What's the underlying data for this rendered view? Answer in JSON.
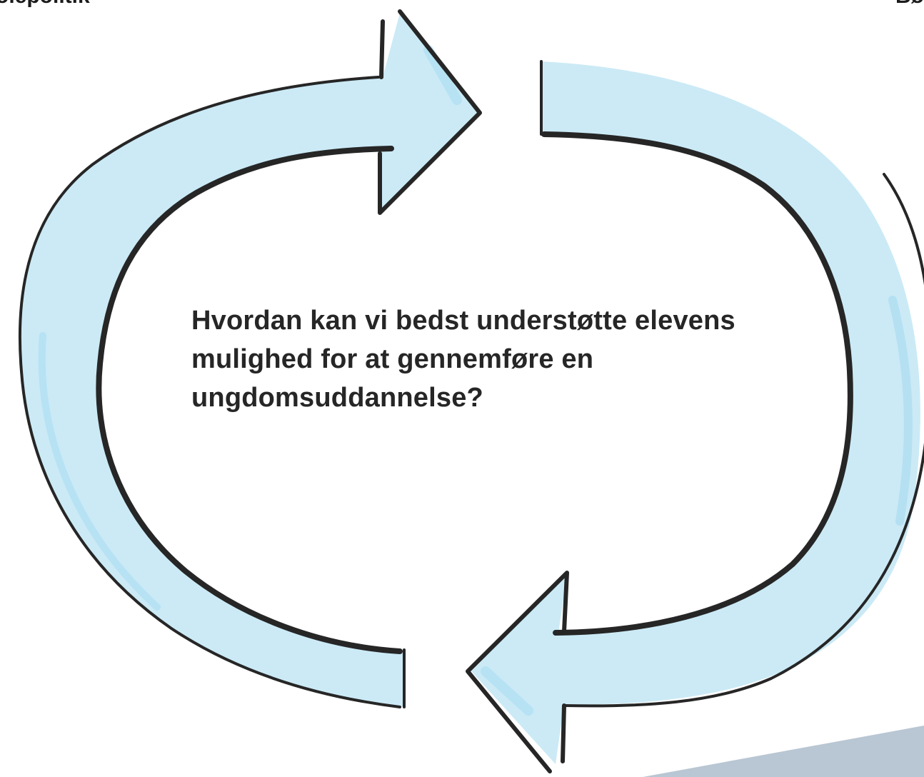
{
  "header": {
    "left_text": "olepolitik",
    "right_text": "Bø"
  },
  "question": {
    "line1": "Hvordan kan vi bedst understøtte elevens",
    "line2": "mulighed for at gennemføre en",
    "line3": "ungdomsuddannelse?"
  },
  "colors": {
    "arrow_fill": "#cbeaf6",
    "arrow_fill_edge": "#a9dcf1",
    "outline": "#262626",
    "footer_band": "#b9c6d3",
    "text": "#262626"
  }
}
